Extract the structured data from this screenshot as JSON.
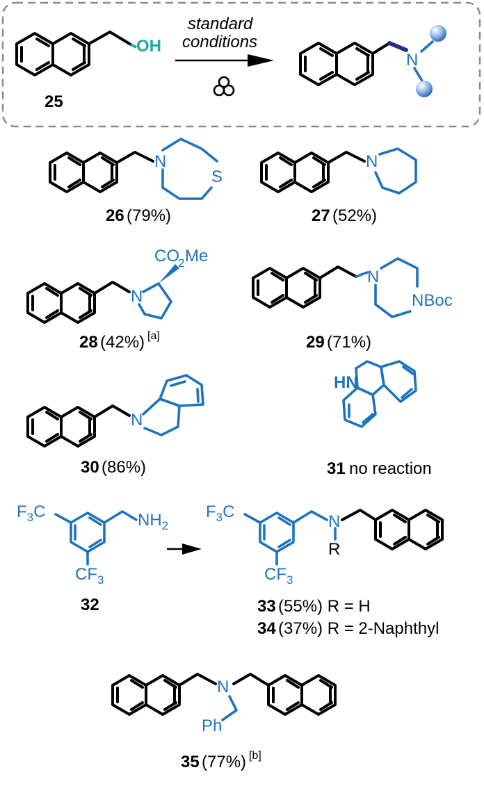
{
  "colors": {
    "amine": "#1e73be",
    "hydroxyl": "#20a8a0",
    "ink": "#000000",
    "frame": "#8a8a8a"
  },
  "reaction": {
    "substrate_label": "25",
    "oh": "OH",
    "conditions_line1": "standard",
    "conditions_line2": "conditions",
    "n_atom": "N"
  },
  "compounds": [
    {
      "id": "26",
      "yield": "(79%)",
      "sup": "",
      "hetero": [
        "N",
        "S"
      ]
    },
    {
      "id": "27",
      "yield": "(52%)",
      "sup": "",
      "hetero": [
        "N"
      ]
    },
    {
      "id": "28",
      "yield": "(42%)",
      "sup": "[a]",
      "hetero": [
        "N",
        "CO",
        "2",
        "Me"
      ]
    },
    {
      "id": "29",
      "yield": "(71%)",
      "sup": "",
      "hetero": [
        "N",
        "NBoc"
      ]
    },
    {
      "id": "30",
      "yield": "(86%)",
      "sup": "",
      "hetero": [
        "N"
      ]
    },
    {
      "id": "31",
      "yield": "no reaction",
      "sup": "",
      "hetero": [
        "HN"
      ]
    }
  ],
  "amine32": {
    "id": "32",
    "f3c": "F",
    "f3c_sub": "3",
    "f3c_c": "C",
    "nh": "NH",
    "nh_sub": "2",
    "cf": "CF",
    "cf_sub": "3"
  },
  "products33_34": {
    "n": "N",
    "r": "R",
    "line1_id": "33",
    "line1_text": "(55%) R = H",
    "line2_id": "34",
    "line2_text": "(37%) R = 2-Naphthyl"
  },
  "compound35": {
    "id": "35",
    "yield": "(77%)",
    "sup": "[b]",
    "n": "N",
    "ph": "Ph"
  }
}
